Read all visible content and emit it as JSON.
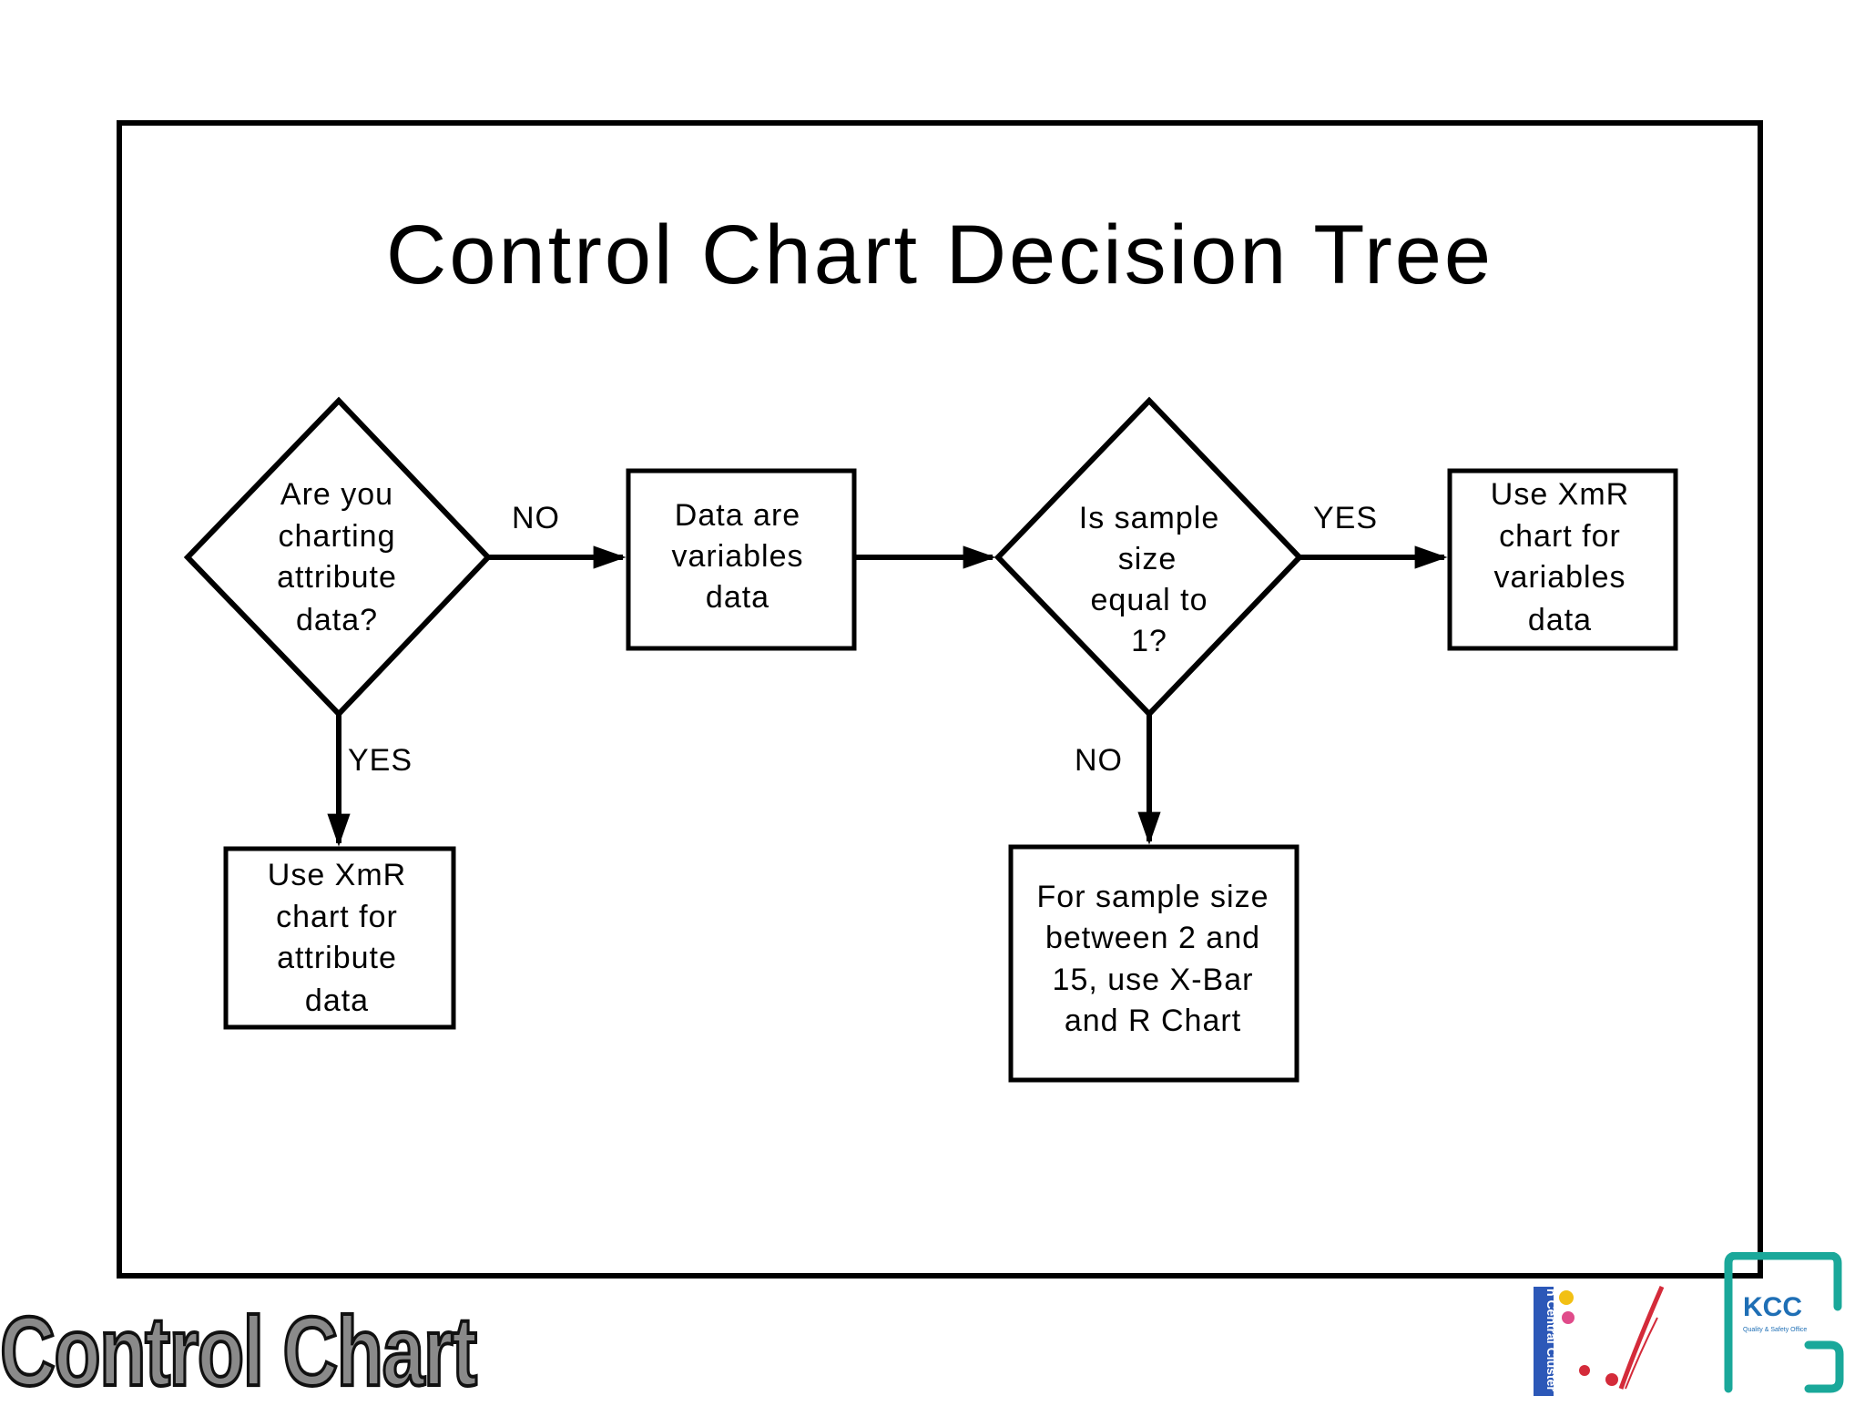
{
  "title": "Control Chart Decision Tree",
  "nodes": {
    "q1": [
      "Are you",
      "charting",
      "attribute",
      "data?"
    ],
    "variables": [
      "Data are",
      "variables",
      "data"
    ],
    "q2": [
      "Is sample",
      "size",
      "equal to",
      "1?"
    ],
    "xmr_variables": [
      "Use XmR",
      "chart for",
      "variables",
      "data"
    ],
    "xmr_attribute": [
      "Use XmR",
      "chart for",
      "attribute",
      "data"
    ],
    "xbar": [
      "For sample size",
      "between 2 and",
      "15, use X-Bar",
      "and R Chart"
    ]
  },
  "edges": {
    "q1_no": "NO",
    "q1_yes": "YES",
    "q2_yes": "YES",
    "q2_no": "NO"
  },
  "footer": {
    "title": "Control Chart",
    "logo_text": "KCC",
    "logo_sub": "Quality & Safety Office",
    "cluster_text": "n Central Cluster"
  },
  "colors": {
    "line": "#000000",
    "footer_text": "#8a8a8a",
    "logo_teal": "#1aa89a"
  }
}
